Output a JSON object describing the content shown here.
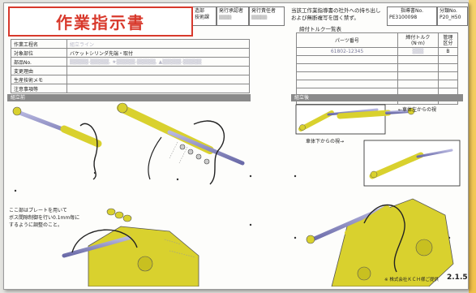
{
  "badge": {
    "title": "作業指示書"
  },
  "header": {
    "cells": [
      {
        "label": "造部",
        "value": "技術課"
      },
      {
        "label": "発行承認者",
        "value": ""
      },
      {
        "label": "発行責任者",
        "value": ""
      }
    ],
    "note": "当該工作業指導書の社外への持ち出し\nおよび無断複写を固く禁ず。",
    "doc_no_label": "指導書No.",
    "doc_no_value": "PE3100098",
    "class_label": "分類No.",
    "class_value": "P20_H50"
  },
  "form": {
    "rows": [
      {
        "key": "作業工程名",
        "value": "組立ライン"
      },
      {
        "key": "対象部位",
        "value": "バケットシリンダ先端・取付"
      },
      {
        "key": "部品No.",
        "value": ""
      },
      {
        "key": "変更理由",
        "value": ""
      },
      {
        "key": "生産技術メモ",
        "value": ""
      },
      {
        "key": "注意事項等",
        "value": ""
      }
    ]
  },
  "torque": {
    "title": "締付トルク一覧表",
    "headers": [
      "パーツ番号",
      "締付トルク\n(N·m)",
      "管理\n区分"
    ],
    "first_row": [
      "61802-12345",
      "",
      "B"
    ]
  },
  "sections": {
    "before": "組立前",
    "after": "組立後"
  },
  "labels": {
    "view_left": "←車体左からの視",
    "view_bottom": "車体下からの視→",
    "bottom_note": "ここ部はプレートを用いて\nボス間隙制御を行い0.1mm毎に\nするように調整のこと。"
  },
  "footer": {
    "company": "※ 株式会社ＫＣＨ様ご提供",
    "page": "2.1.5"
  }
}
